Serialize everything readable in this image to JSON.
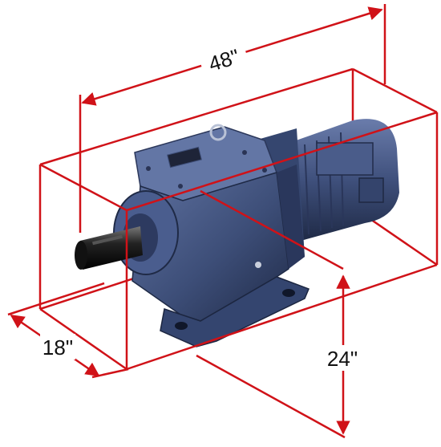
{
  "dimensions": {
    "length": "48\"",
    "depth": "18\"",
    "height": "24\""
  },
  "colors": {
    "dimension_line": "#d01218",
    "body_blue": "#3d4e78",
    "body_dark": "#243152",
    "body_light": "#5a6c99",
    "shaft": "#222222",
    "label_text": "#111111"
  }
}
